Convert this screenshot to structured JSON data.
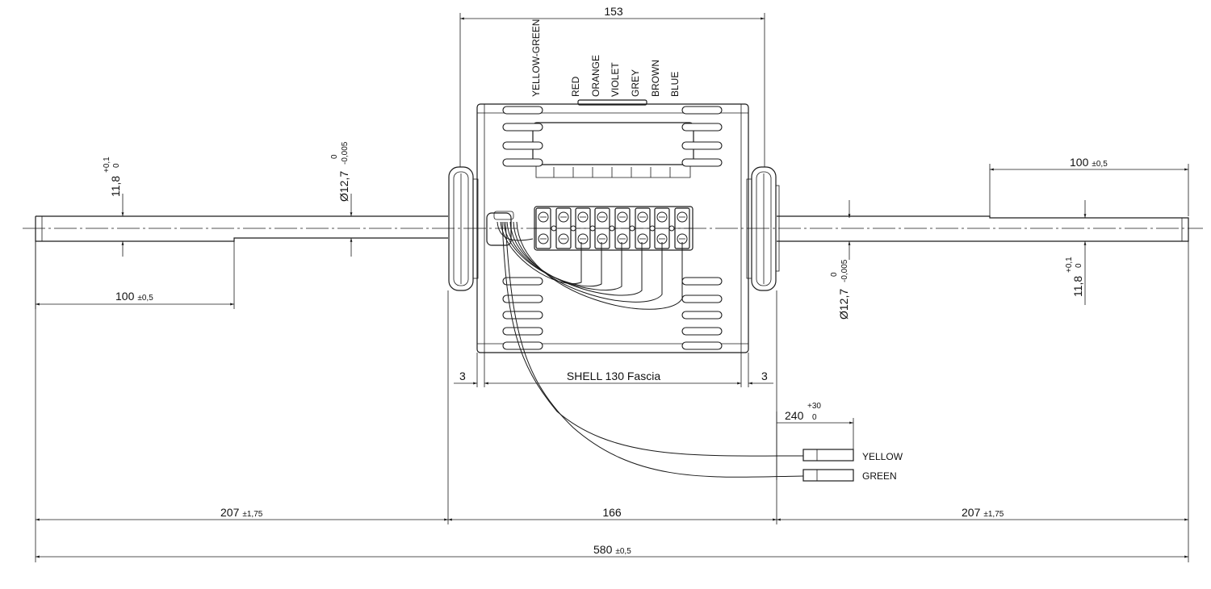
{
  "dimensions": {
    "shell_width": "153",
    "shaft_length_left": "100",
    "shaft_length_left_tol": "±0,5",
    "shaft_length_right": "100",
    "shaft_length_right_tol": "±0,5",
    "shaft_step_dia_left": "11,8",
    "shaft_step_dia_left_tol_upper": "+0,1",
    "shaft_step_dia_left_tol_lower": "0",
    "shaft_step_dia_right": "11,8",
    "shaft_step_dia_right_tol_upper": "+0,1",
    "shaft_step_dia_right_tol_lower": "0",
    "shaft_dia_left": "Ø12,7",
    "shaft_dia_left_tol_upper": "0",
    "shaft_dia_left_tol_lower": "-0,005",
    "shaft_dia_right": "Ø12,7",
    "shaft_dia_right_tol_upper": "0",
    "shaft_dia_right_tol_lower": "-0,005",
    "shell_label": "SHELL  130  Fascia",
    "gap_left": "3",
    "gap_right": "3",
    "lead_length": "240",
    "lead_length_tol_upper": "+30",
    "lead_length_tol_lower": "0",
    "shaft_out_left": "207",
    "shaft_out_left_tol": "±1,75",
    "motor_body": "166",
    "shaft_out_right": "207",
    "shaft_out_right_tol": "±1,75",
    "overall": "580",
    "overall_tol": "±0,5"
  },
  "wires": {
    "terminal_labels": [
      "YELLOW-GREEN",
      "RED",
      "ORANGE",
      "VIOLET",
      "GREY",
      "BROWN",
      "BLUE"
    ],
    "lead_labels": [
      "YELLOW",
      "GREEN"
    ]
  }
}
